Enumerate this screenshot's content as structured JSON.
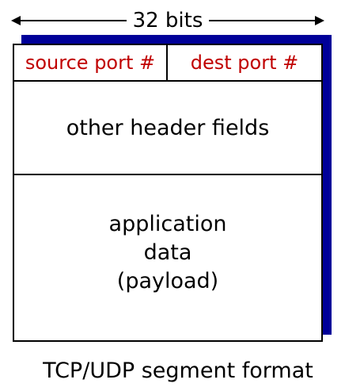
{
  "width_label": "32 bits",
  "segment": {
    "source_port": "source port #",
    "dest_port": "dest port #",
    "other_fields": "other header fields",
    "payload": {
      "line1": "application",
      "line2": "data",
      "line3": "(payload)"
    }
  },
  "caption": "TCP/UDP segment format",
  "colors": {
    "port_text": "#c00000",
    "shadow": "#000099",
    "border": "#000000"
  }
}
